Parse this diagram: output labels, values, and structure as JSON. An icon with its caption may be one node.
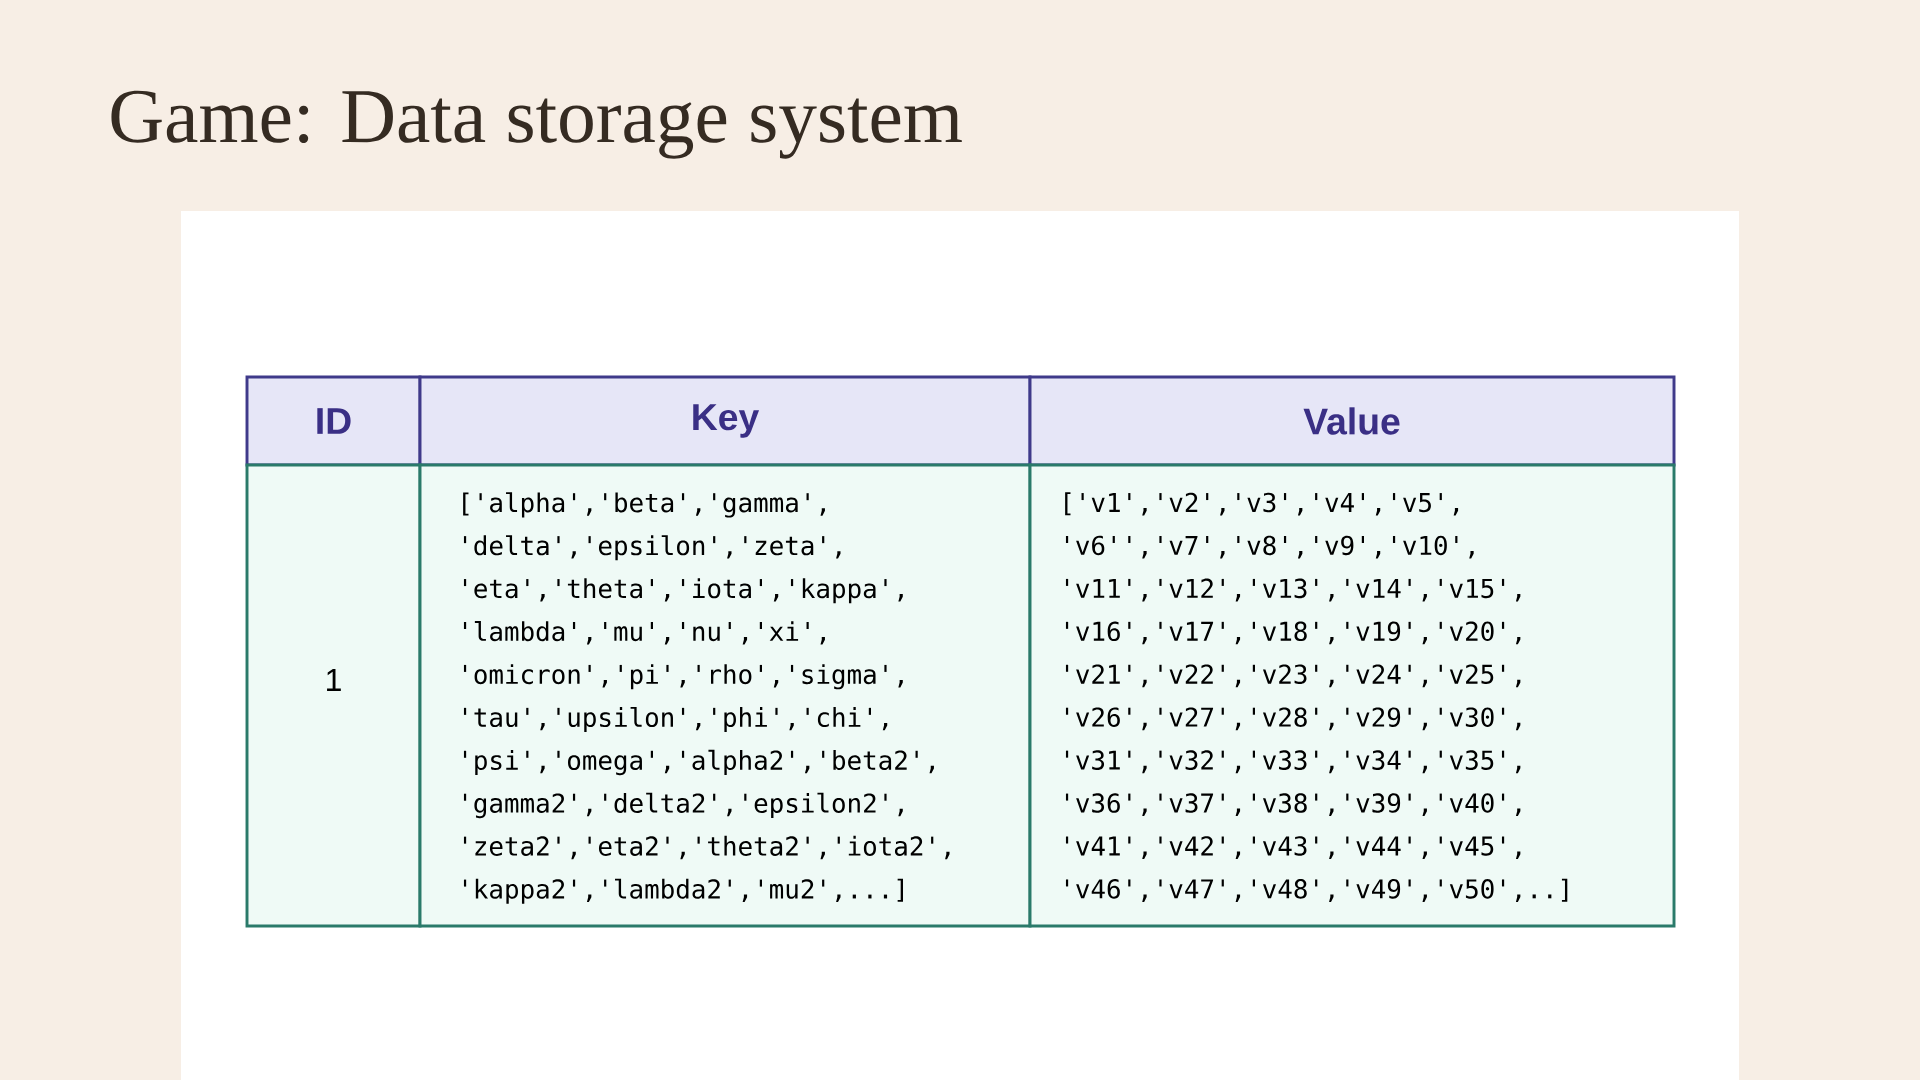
{
  "diagram": {
    "title": "Game: Data storage system",
    "labels": [
      "ID",
      "Key",
      "Value",
      "1",
      "['alpha','beta','gamma', 'delta','epsilon','zeta', 'eta','theta','iota','kappa', 'lambda','mu','nu','xi', 'omicron','pi','rho','sigma', 'tau','upsilon','phi','chi', 'psi','omega','alpha2','beta2', 'gamma2','delta2','epsilon2', 'zeta2','eta2','theta2','iota2', 'kappa2','lambda2','mu2',...]",
      "['v1','v2','v3','v4','v5', 'v6'','v7','v8','v9','v10', 'v11','v12','v13','v14','v15', 'v16','v17','v18','v19','v20', 'v21','v22','v23','v24','v25', 'v26','v27','v28','v29','v30', 'v31','v32','v33','v34','v35', 'v36','v37','v38','v39','v40', 'v41','v42','v43','v44','v45', 'v46','v47','v48','v49','v50',..]"
    ]
  }
}
